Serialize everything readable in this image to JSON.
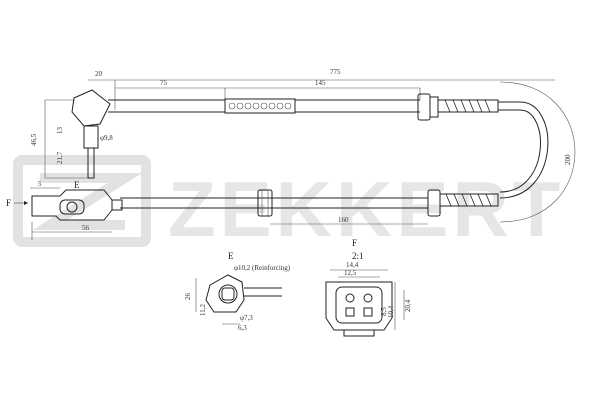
{
  "watermark": {
    "text": "ZEKKERT"
  },
  "dimensions": {
    "d20": "20",
    "d775": "775",
    "d75": "75",
    "d145": "145",
    "d46_5": "46,5",
    "d13": "13",
    "d21_7": "21,7",
    "d9_8": "φ9,8",
    "d5": "5",
    "d56": "56",
    "d160": "160",
    "d200": "200"
  },
  "labels": {
    "f_arrow": "F",
    "e_mark": "E",
    "e_section": "E",
    "f_section": "F",
    "scale": "2:1"
  },
  "detail_e": {
    "reinforcing": "φ10,2 (Reinforcing)",
    "d26": "26",
    "d11_2": "11,2",
    "d7_3": "φ7,3",
    "d6_3": "6,3"
  },
  "detail_f": {
    "d14_4": "14,4",
    "d12_5": "12,5",
    "d20_4": "20,4",
    "d10_4": "10,4",
    "d8_5": "8,5"
  }
}
